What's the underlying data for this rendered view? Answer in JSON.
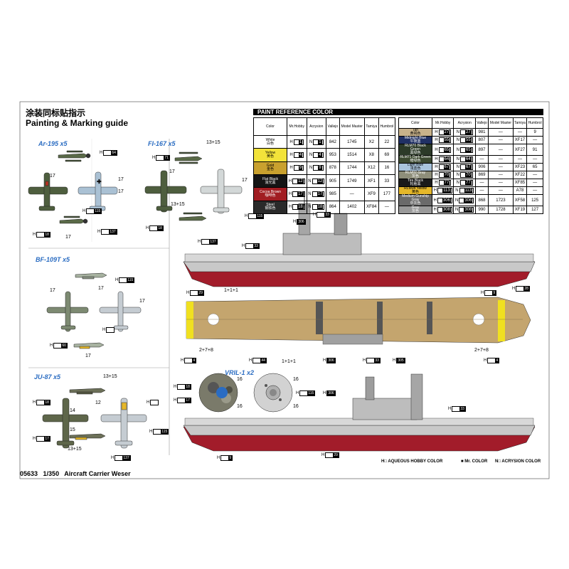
{
  "header": {
    "title_cn": "涂装同标贴指示",
    "title_en": "Painting & Marking guide"
  },
  "sections": {
    "ar195": "Ar-195 x5",
    "fi167": "FI-167 x5",
    "bf109": "BF-109T x5",
    "ju87": "JU-87 x5",
    "vril": "VRIL-1 x2"
  },
  "paint_table": {
    "title": "PAINT  REFERENCE COLOR",
    "headers": [
      "Color",
      "Mr.Hobby",
      "Acrysion",
      "Vallejo",
      "Model Master",
      "Tamiya",
      "Humbrol"
    ],
    "left": [
      {
        "name": "White",
        "cn": "白色",
        "swatch": "#ffffff",
        "text": "#000",
        "h": "1",
        "n": "1",
        "vallejo": "842",
        "mm": "1745",
        "tamiya": "X2",
        "humbrol": "22"
      },
      {
        "name": "Yellow",
        "cn": "黄色",
        "swatch": "#f2e33a",
        "text": "#000",
        "h": "4",
        "n": "4",
        "vallejo": "953",
        "mm": "1514",
        "tamiya": "X8",
        "humbrol": "69"
      },
      {
        "name": "Gold",
        "cn": "金色",
        "swatch": "#c9a12e",
        "text": "#000",
        "h": "9",
        "n": "9",
        "vallejo": "878",
        "mm": "1744",
        "tamiya": "X12",
        "humbrol": "16"
      },
      {
        "name": "Flat Black",
        "cn": "消光黑",
        "swatch": "#151515",
        "text": "#fff",
        "h": "12",
        "n": "12",
        "vallejo": "905",
        "mm": "1749",
        "tamiya": "XF1",
        "humbrol": "33"
      },
      {
        "name": "Cocoa Brown",
        "cn": "咖啡色",
        "swatch": "#a11d22",
        "text": "#fff",
        "h": "17",
        "n": "17",
        "vallejo": "985",
        "mm": "—",
        "tamiya": "XF9",
        "humbrol": "177"
      },
      {
        "name": "Steel",
        "cn": "钢铁色",
        "swatch": "#2a2a2a",
        "text": "#fff",
        "h": "18",
        "n": "18",
        "vallejo": "864",
        "mm": "1402",
        "tamiya": "XF84",
        "humbrol": "—"
      }
    ],
    "right": [
      {
        "name": "Tan",
        "cn": "黄褐色",
        "swatch": "#c8b28a",
        "text": "#000",
        "h": "27",
        "n": "27",
        "vallejo": "981",
        "mm": "—",
        "tamiya": "—",
        "humbrol": "9"
      },
      {
        "name": "Midnight Blue",
        "cn": "午夜蓝",
        "swatch": "#203064",
        "text": "#fff",
        "h": "55",
        "n": "55",
        "vallejo": "807",
        "mm": "—",
        "tamiya": "XF17",
        "humbrol": "—"
      },
      {
        "name": "RLM70 Black Green",
        "cn": "黑绿色",
        "swatch": "#2c3a28",
        "text": "#fff",
        "h": "65",
        "n": "65",
        "vallejo": "897",
        "mm": "—",
        "tamiya": "XF27",
        "humbrol": "91"
      },
      {
        "name": "RLM71 Dark Green",
        "cn": "暗绿色",
        "swatch": "#3c4a30",
        "text": "#fff",
        "h": "64",
        "n": "64",
        "vallejo": "—",
        "mm": "—",
        "tamiya": "—",
        "humbrol": "—"
      },
      {
        "name": "Light Blue",
        "cn": "浅蓝色",
        "swatch": "#a9c4dc",
        "text": "#000",
        "h": "67",
        "n": "67",
        "vallejo": "906",
        "mm": "—",
        "tamiya": "XF23",
        "humbrol": "65"
      },
      {
        "name": "RLM02 Gray",
        "cn": "灰色",
        "swatch": "#8e8e7a",
        "text": "#fff",
        "h": "70",
        "n": "70",
        "vallejo": "869",
        "mm": "—",
        "tamiya": "XF22",
        "humbrol": "—"
      },
      {
        "name": "Tire Black",
        "cn": "轮胎黑",
        "swatch": "#1a1a1a",
        "text": "#fff",
        "h": "77",
        "n": "77",
        "vallejo": "—",
        "mm": "—",
        "tamiya": "XF85",
        "humbrol": "—"
      },
      {
        "name": "RLM04 Yellow",
        "cn": "黄色",
        "swatch": "#e5b72a",
        "text": "#000",
        "h": "113",
        "n": "113",
        "vallejo": "—",
        "mm": "—",
        "tamiya": "A78",
        "humbrol": "—"
      },
      {
        "name": "Medium Gunship Gray",
        "cn": "中灰色",
        "swatch": "#6a6a6a",
        "text": "#fff",
        "h": "306",
        "n": "306",
        "vallejo": "868",
        "mm": "1723",
        "tamiya": "XF58",
        "humbrol": "125"
      },
      {
        "name": "Gray",
        "cn": "灰色",
        "swatch": "#9a9a9a",
        "text": "#fff",
        "h": "308",
        "n": "308",
        "vallejo": "990",
        "mm": "1728",
        "tamiya": "XF19",
        "humbrol": "127"
      }
    ]
  },
  "ship_labels": {
    "h33": "33",
    "h306": "306",
    "h308": "308",
    "h29": "29",
    "h28": "28",
    "h9": "9",
    "h44": "44",
    "h4": "4",
    "h305": "305",
    "h12": "12",
    "deck_note_1": "1+1+1",
    "deck_note_2": "2+7+8",
    "deck_note_3": "1+1+1",
    "deck_note_4": "2+7+8"
  },
  "legend": {
    "h": "H□ AQUEOUS HOBBY COLOR",
    "mr": "■ Mr. COLOR",
    "n": "N□ ACRYSION COLOR"
  },
  "footer": {
    "code": "05633",
    "scale": "1/350",
    "name": "Aircraft Carrier Weser"
  },
  "callouts": {
    "a17": "17",
    "a13": "13+15",
    "a16": "16",
    "a14": "14",
    "a12": "12",
    "a15": "15",
    "a13b": "13+15"
  },
  "tags": {
    "H64": "64",
    "H67": "67",
    "H77": "77",
    "H65": "65",
    "H55": "55",
    "H113": "113",
    "H70": "70",
    "H9": "9",
    "H12": "12",
    "H17": "17",
    "H18": "18",
    "H115": "115",
    "H137": "137",
    "H306": "306",
    "H308": "308",
    "H4": "4",
    "H29": "29",
    "H28": "28",
    "H33": "33",
    "H44": "44",
    "H60": "60",
    "H71": "71"
  },
  "colors": {
    "hull_red": "#a21c2a",
    "deck_tan": "#c4a56e",
    "hull_gray": "#c8c8c8",
    "deck_yellow": "#f0e020",
    "accent_blue": "#2a6cc2"
  }
}
